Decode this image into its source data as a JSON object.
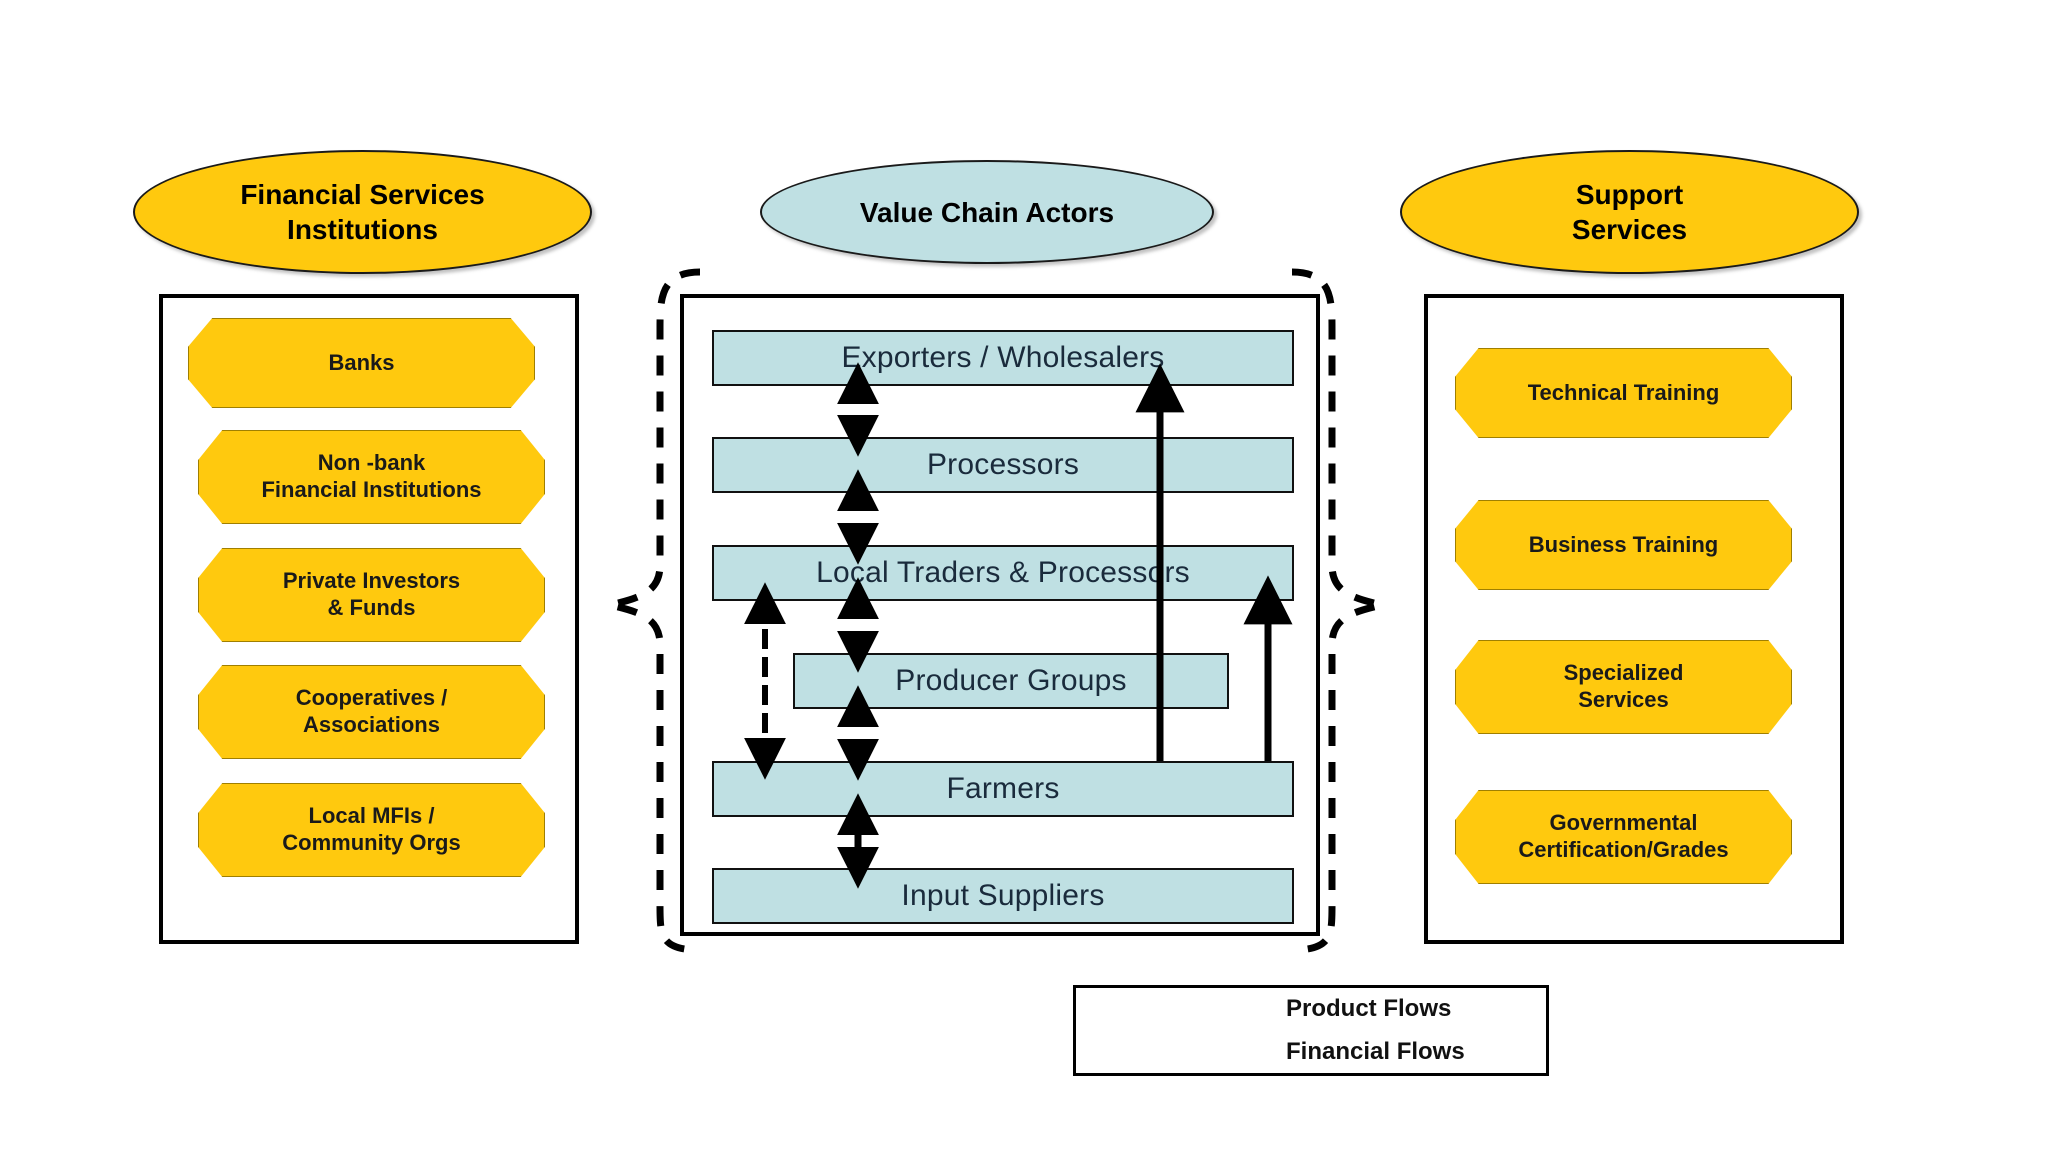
{
  "diagram": {
    "title": "Value Chain Finance Map",
    "colors": {
      "yellow": "#FFC90E",
      "blue": "#BFE0E3",
      "outline": "#000000",
      "text": "#1a1a1a"
    }
  },
  "financial_services": {
    "header": "Financial Services\nInstitutions",
    "header_line1": "Financial Services",
    "header_line2": "Institutions",
    "items": [
      {
        "label": "Banks",
        "lines": [
          "Banks"
        ]
      },
      {
        "label": "Non -bank Financial Institutions",
        "lines": [
          "Non -bank",
          "Financial Institutions"
        ]
      },
      {
        "label": "Private Investors & Funds",
        "lines": [
          "Private Investors",
          "& Funds"
        ]
      },
      {
        "label": "Cooperatives / Associations",
        "lines": [
          "Cooperatives /",
          "Associations"
        ]
      },
      {
        "label": "Local MFIs / Community Orgs",
        "lines": [
          "Local MFIs /",
          "Community Orgs"
        ]
      }
    ]
  },
  "value_chain": {
    "header": "Value Chain Actors",
    "items": [
      {
        "label": "Exporters / Wholesalers"
      },
      {
        "label": "Processors"
      },
      {
        "label": "Local Traders & Processors"
      },
      {
        "label": "Producer Groups"
      },
      {
        "label": "Farmers"
      },
      {
        "label": "Input Suppliers"
      }
    ]
  },
  "support_services": {
    "header": "Support\nServices",
    "header_line1": "Support",
    "header_line2": "Services",
    "items": [
      {
        "label": "Technical Training",
        "lines": [
          "Technical Training"
        ]
      },
      {
        "label": "Business Training",
        "lines": [
          "Business Training"
        ]
      },
      {
        "label": "Specialized Services",
        "lines": [
          "Specialized",
          "Services"
        ]
      },
      {
        "label": "Governmental Certification/Grades",
        "lines": [
          "Governmental",
          "Certification/Grades"
        ]
      }
    ]
  },
  "legend": {
    "rows": [
      {
        "label": "Product Flows",
        "style": "solid"
      },
      {
        "label": "Financial Flows",
        "style": "dashed"
      }
    ]
  }
}
